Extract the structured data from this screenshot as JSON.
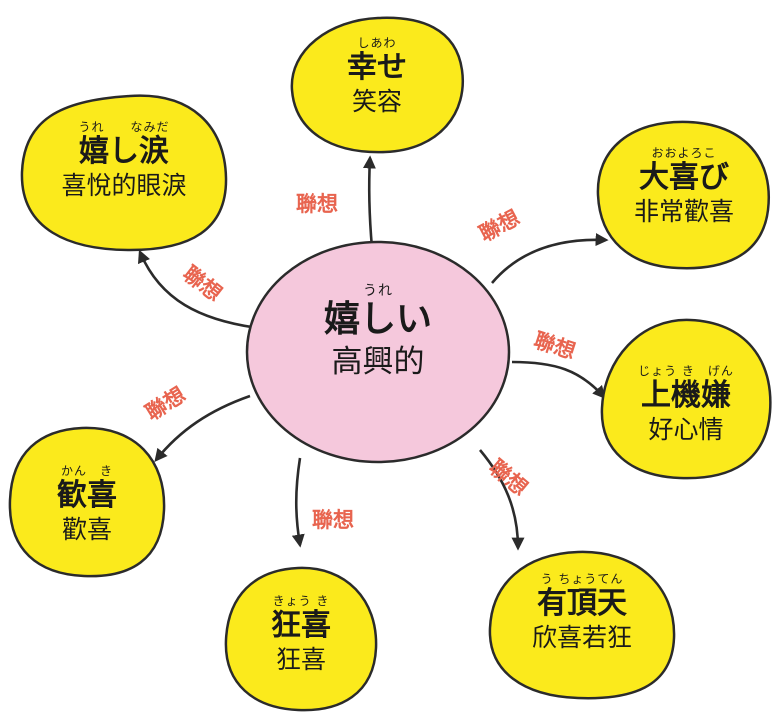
{
  "center": {
    "ruby": "うれ",
    "word": "嬉しい",
    "meaning": "高興的"
  },
  "edge_label": "聯想",
  "nodes": {
    "shiawase": {
      "ruby": "しあわ",
      "word": "幸せ",
      "meaning": "笑容"
    },
    "ureshinamida": {
      "ruby": "うれ　　なみだ",
      "word": "嬉し涙",
      "meaning": "喜悅的眼淚"
    },
    "ooyorokobi": {
      "ruby": "おおよろこ",
      "word": "大喜び",
      "meaning": "非常歡喜"
    },
    "joukigen": {
      "ruby": "じょう き　げん",
      "word": "上機嫌",
      "meaning": "好心情"
    },
    "kanki": {
      "ruby": "かん　き",
      "word": "歓喜",
      "meaning": "歡喜"
    },
    "kyouki": {
      "ruby": "きょう き",
      "word": "狂喜",
      "meaning": "狂喜"
    },
    "uchouten": {
      "ruby": "う ちょうてん",
      "word": "有頂天",
      "meaning": "欣喜若狂"
    }
  },
  "colors": {
    "node_fill": "#fbea1c",
    "center_fill": "#f5c8dc",
    "outline": "#2b2b2b",
    "label": "#e8644f"
  }
}
